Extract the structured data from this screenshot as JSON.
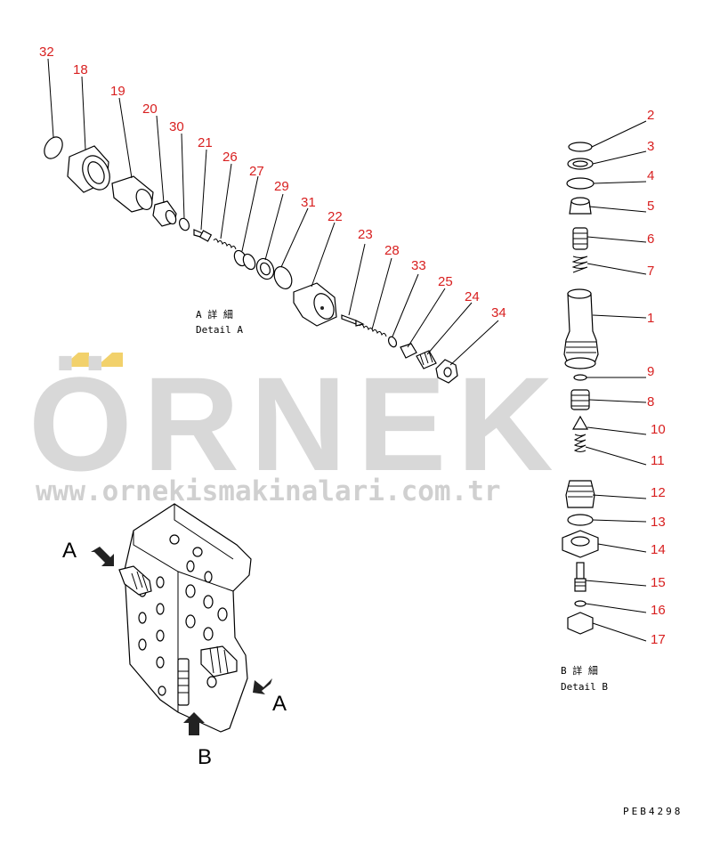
{
  "watermark": {
    "brand": "ÖRNEK",
    "url": "www.ornekismakinalari.com.tr",
    "accent_color": "#f2d16b",
    "text_color": "#d8d8d8"
  },
  "detail_a": {
    "caption_jp": "A 詳 細",
    "caption_en": "Detail A",
    "callouts": [
      "32",
      "18",
      "19",
      "20",
      "30",
      "21",
      "26",
      "27",
      "29",
      "31",
      "22",
      "23",
      "28",
      "33",
      "25",
      "24",
      "34"
    ]
  },
  "detail_b": {
    "caption_jp": "B 詳 細",
    "caption_en": "Detail B",
    "callouts": [
      "2",
      "3",
      "4",
      "5",
      "6",
      "7",
      "1",
      "9",
      "8",
      "10",
      "11",
      "12",
      "13",
      "14",
      "15",
      "16",
      "17"
    ]
  },
  "view_markers": {
    "a_top": "A",
    "a_right": "A",
    "b": "B"
  },
  "drawing_code": "PEB4298",
  "callout_color": "#d82020"
}
